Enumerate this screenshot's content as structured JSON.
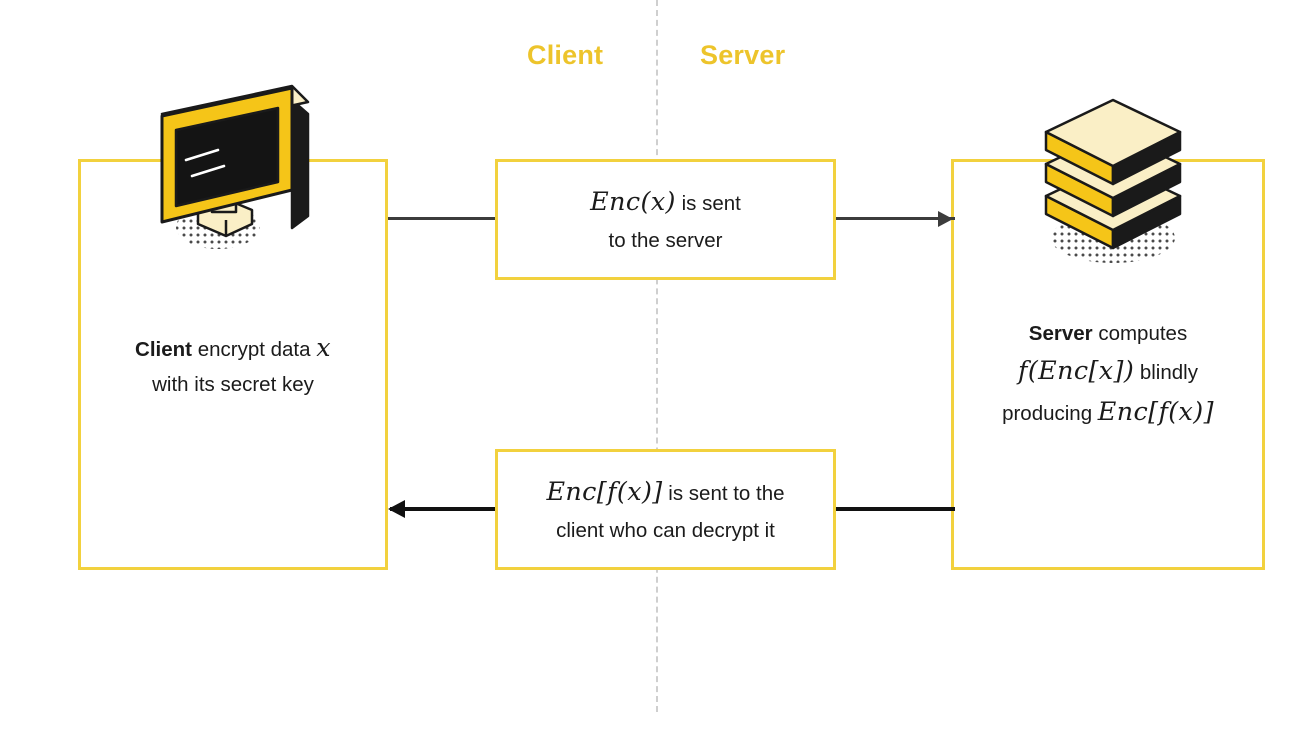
{
  "diagram": {
    "title_hidden": "",
    "accent_color": "#edc42b",
    "box_border_color": "#f2d13e",
    "arrow_color": "#3c3c3c",
    "divider_color": "#cfcfcf",
    "icon_cream_color": "#faefc6",
    "icon_yellow_color": "#f5c518",
    "icon_dark_color": "#1a1a1a",
    "background_color": "#ffffff"
  },
  "headings": {
    "client": "Client",
    "server": "Server"
  },
  "client_panel": {
    "line1_bold": "Client",
    "line1_rest": " encrypt data ",
    "line1_math": "x",
    "line2": "with its secret key",
    "icon": "desktop-monitor-icon"
  },
  "server_panel": {
    "line1_bold": "Server",
    "line1_rest": " computes",
    "line2_math": "f(Enc[x])",
    "line2_rest": " blindly",
    "line3_rest": "producing ",
    "line3_math": "Enc[f(x)]",
    "icon": "server-stack-icon"
  },
  "message_top": {
    "math": "Enc(x)",
    "text_after": " is sent",
    "line2": "to the server",
    "arrow_direction": "right",
    "arrow_label": "client-to-server"
  },
  "message_bottom": {
    "math": "Enc[f(x)]",
    "text_after": " is sent to the",
    "line2": "client who can decrypt it",
    "arrow_direction": "left",
    "arrow_label": "server-to-client"
  }
}
